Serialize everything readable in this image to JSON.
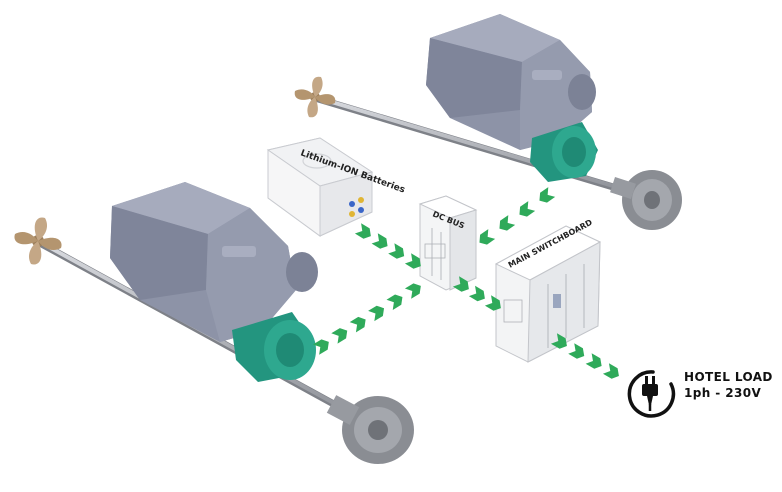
{
  "batteries": {
    "label": "Lithium-ION Batteries"
  },
  "dc_bus": {
    "label": "DC BUS"
  },
  "switchboard": {
    "label": "MAIN SWITCHBOARD"
  },
  "hotel_load": {
    "title": "HOTEL LOAD",
    "spec": "1ph - 230V"
  },
  "colors": {
    "arrow_green": "#2faa5a",
    "motor_teal": "#2a9d86",
    "engine_gray": "#8f95a8",
    "propeller_bronze": "#b89a78"
  }
}
